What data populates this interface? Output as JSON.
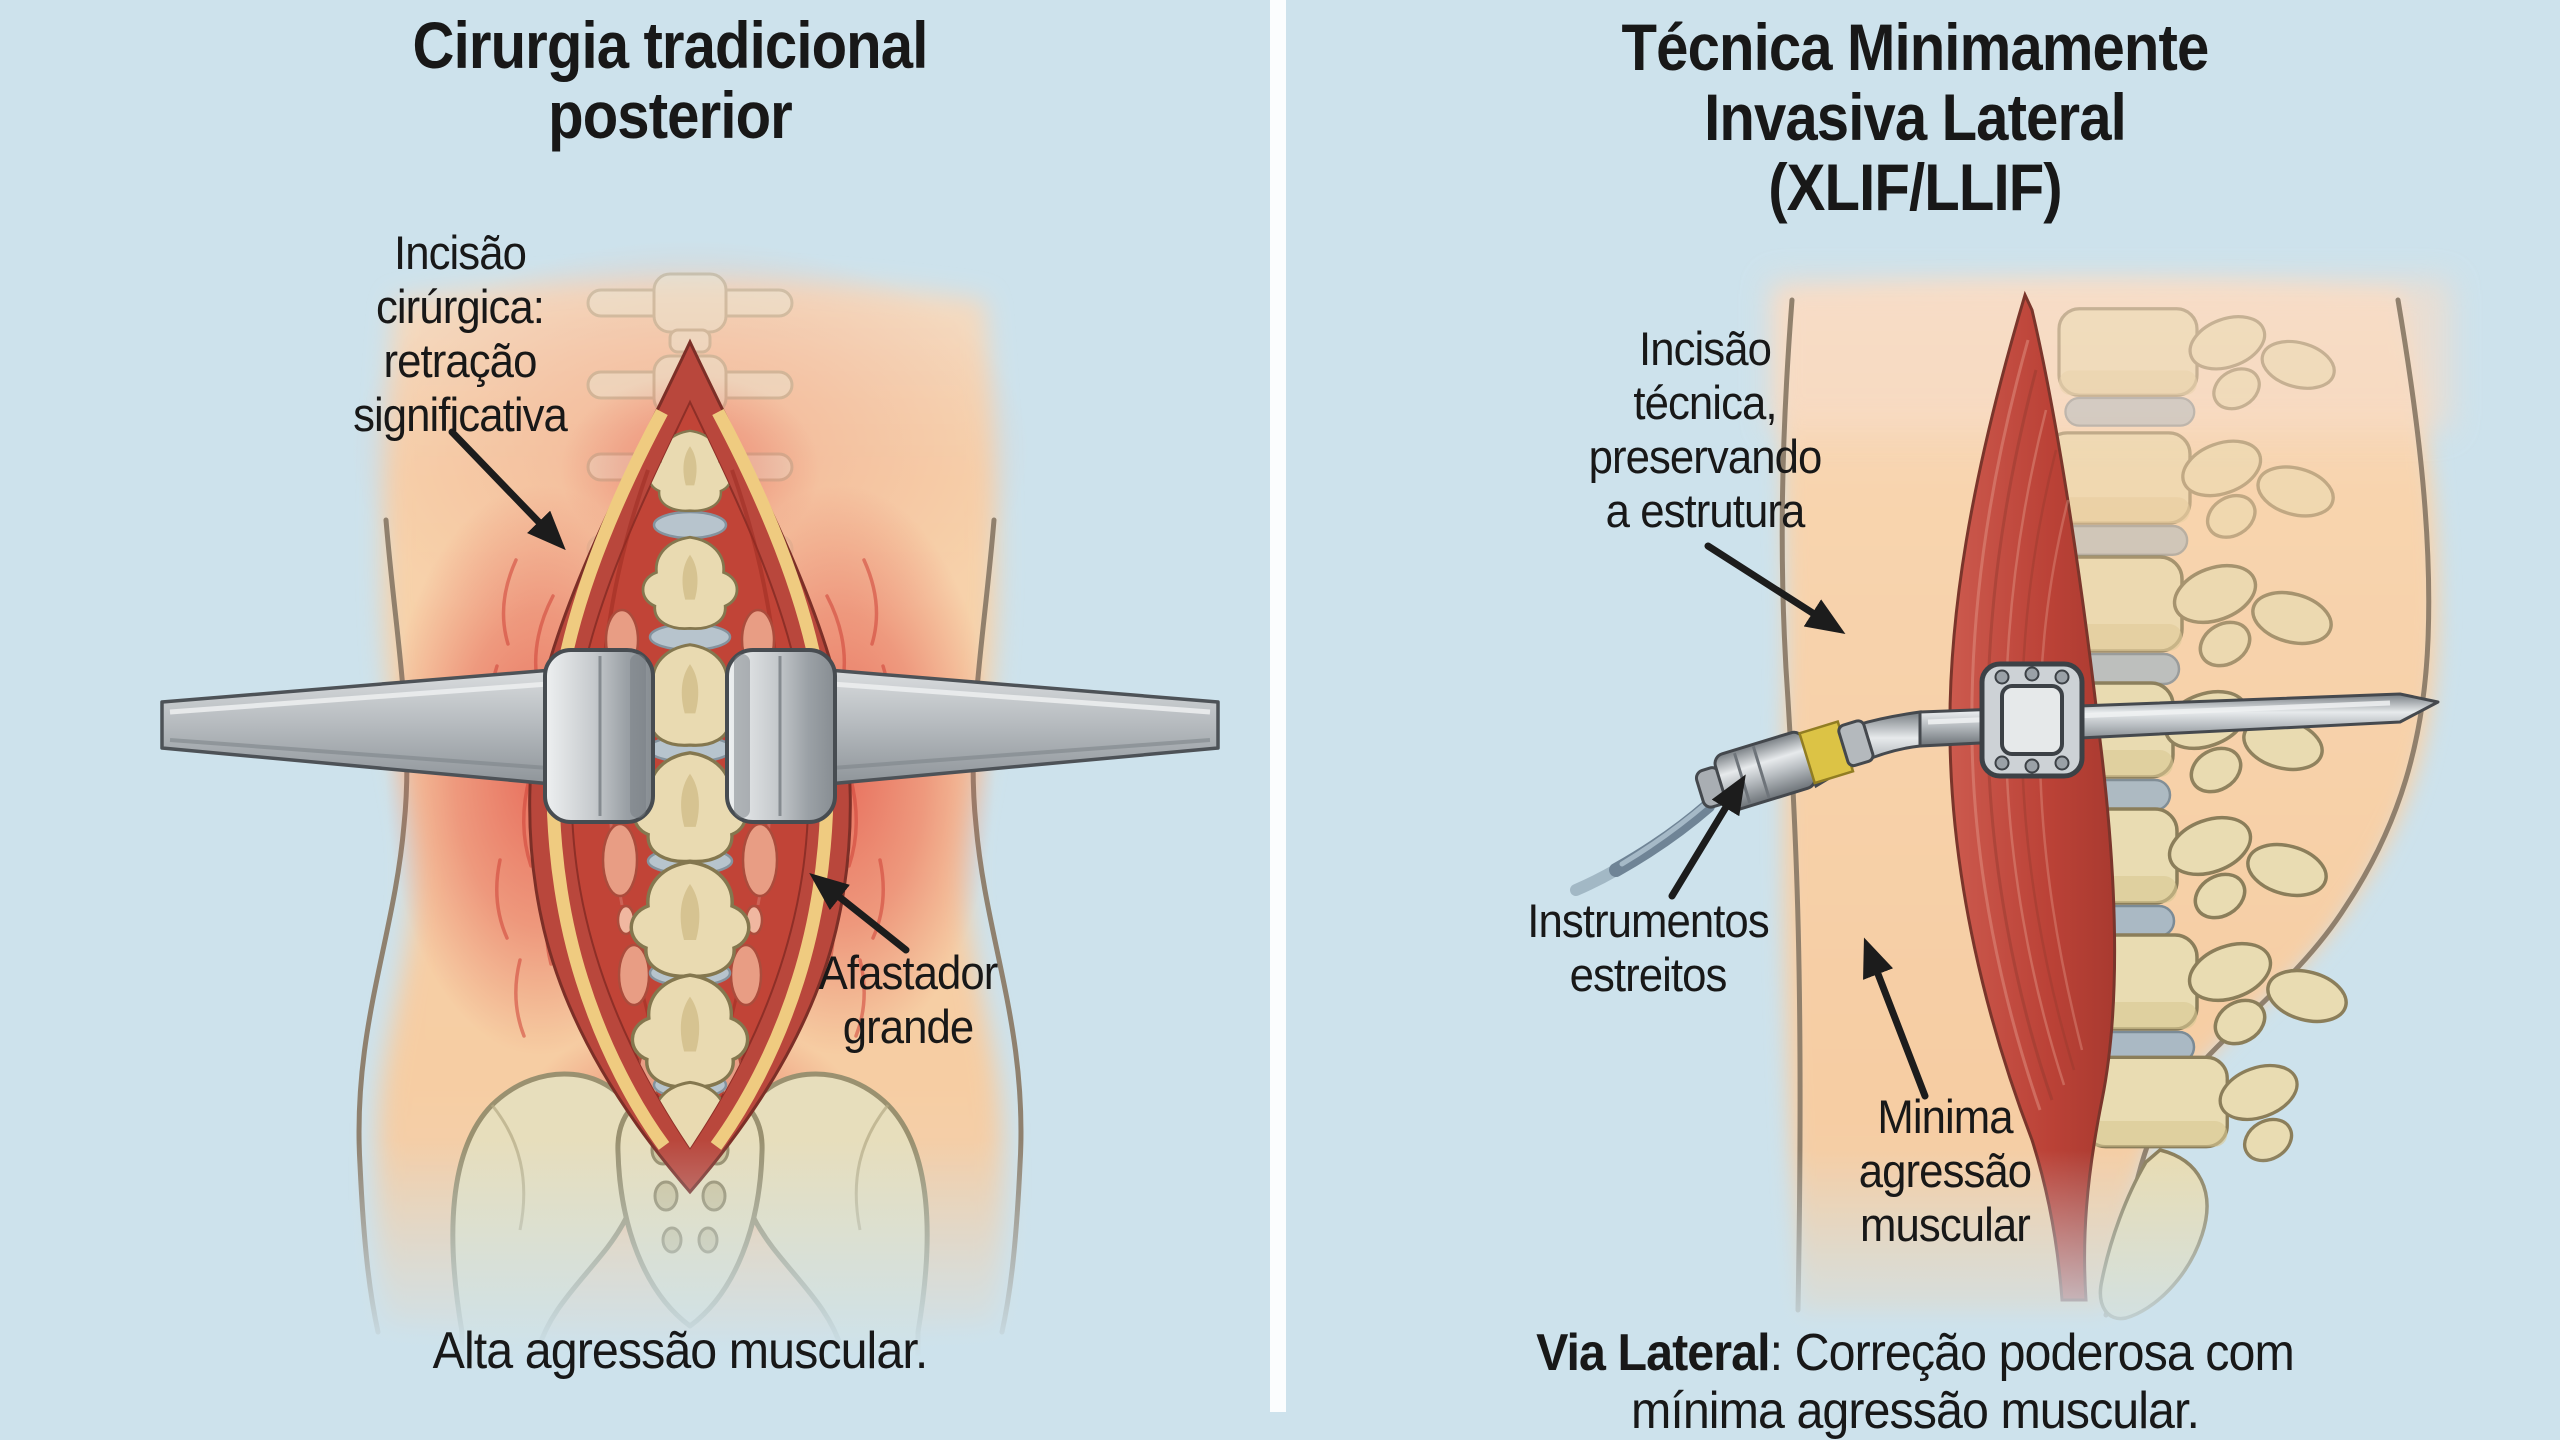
{
  "left_panel": {
    "title": "Cirurgia tradicional\nposterior",
    "incision_label": "Incisão\ncirúrgica:\nretração\nsignificativa",
    "retractor_label": "Afastador\ngrande",
    "caption": "Alta agressão muscular."
  },
  "right_panel": {
    "title": "Técnica Minimamente\nInvasiva Lateral\n(XLIF/LLIF)",
    "incision_label": "Incisão\ntécnica,\npreservando\na estrutura",
    "instruments_label": "Instrumentos\nestreitos",
    "muscle_label": "Minima\nagressão\nmuscular",
    "caption_lead": "Via Lateral",
    "caption_rest": ": Correção poderosa com\nmínima agressão muscular."
  },
  "colors": {
    "background": "#cde2ec",
    "divider": "#fbfdfe",
    "text": "#181818",
    "skin": "#f6cfa7",
    "muscle_red": "#c0392e",
    "inflammation": "#e05545",
    "bone": "#e9dcb2",
    "fat_yellow": "#efcb80",
    "metal_gray": "#b9bec2",
    "disc_blue": "#aab9c4",
    "implant_band_yellow": "#dcc345",
    "cable_blue": "#6f8496"
  }
}
